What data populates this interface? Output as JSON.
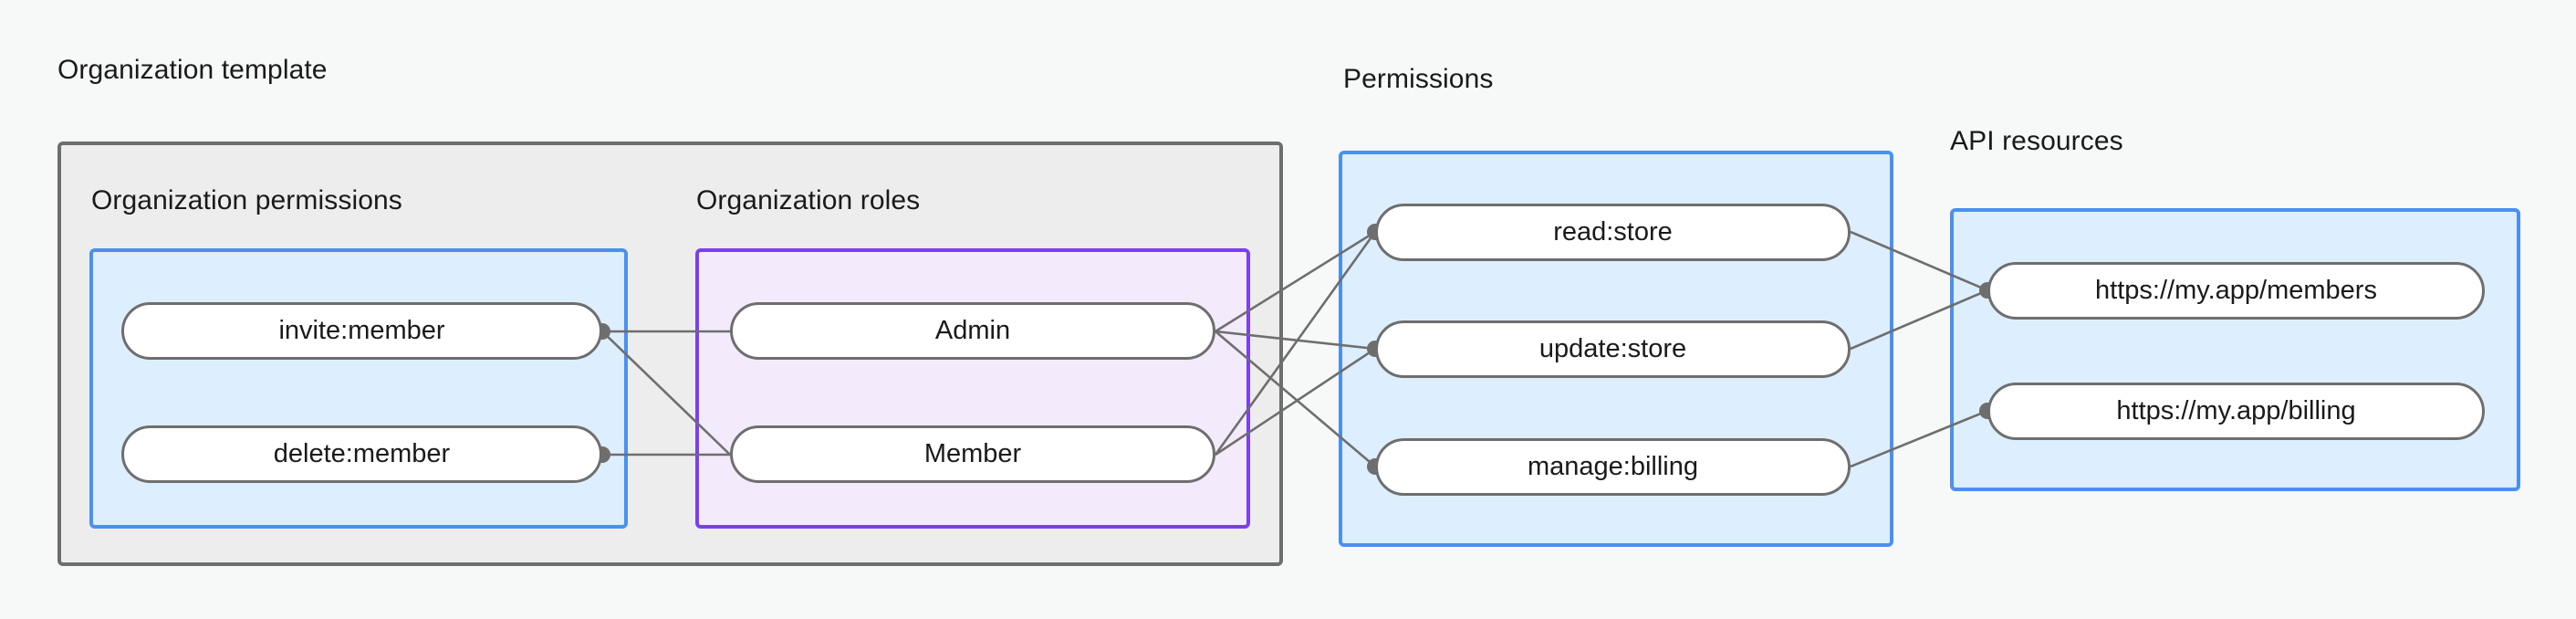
{
  "diagram": {
    "title_groups": {
      "organization_template": "Organization template",
      "permissions": "Permissions",
      "api_resources": "API resources"
    },
    "subgroups": {
      "organization_permissions": "Organization permissions",
      "organization_roles": "Organization roles"
    },
    "colors": {
      "canvas_background": "#f7f8f8",
      "template_fill": "#ededed",
      "template_border": "#6e6e6e",
      "blue_fill": "#ddeeff",
      "blue_border": "#4a90f0",
      "purple_fill": "#f3eafc",
      "purple_border": "#7b3ff2",
      "pill_fill": "#ffffff",
      "pill_border": "#6e6e6e",
      "edge_stroke": "#6e6e6e",
      "text": "#1a1a1a"
    },
    "nodes": {
      "organization_permissions": [
        {
          "id": "invite-member",
          "label": "invite:member"
        },
        {
          "id": "delete-member",
          "label": "delete:member"
        }
      ],
      "organization_roles": [
        {
          "id": "admin",
          "label": "Admin"
        },
        {
          "id": "member",
          "label": "Member"
        }
      ],
      "permissions": [
        {
          "id": "read-store",
          "label": "read:store"
        },
        {
          "id": "update-store",
          "label": "update:store"
        },
        {
          "id": "manage-billing",
          "label": "manage:billing"
        }
      ],
      "api_resources": [
        {
          "id": "members-url",
          "label": "https://my.app/members"
        },
        {
          "id": "billing-url",
          "label": "https://my.app/billing"
        }
      ]
    },
    "edges": [
      {
        "from": "invite-member",
        "to": "admin"
      },
      {
        "from": "invite-member",
        "to": "member"
      },
      {
        "from": "delete-member",
        "to": "member"
      },
      {
        "from": "admin",
        "to": "read-store"
      },
      {
        "from": "admin",
        "to": "update-store"
      },
      {
        "from": "admin",
        "to": "manage-billing"
      },
      {
        "from": "member",
        "to": "read-store"
      },
      {
        "from": "member",
        "to": "update-store"
      },
      {
        "from": "read-store",
        "to": "members-url"
      },
      {
        "from": "update-store",
        "to": "members-url"
      },
      {
        "from": "manage-billing",
        "to": "billing-url"
      }
    ]
  }
}
